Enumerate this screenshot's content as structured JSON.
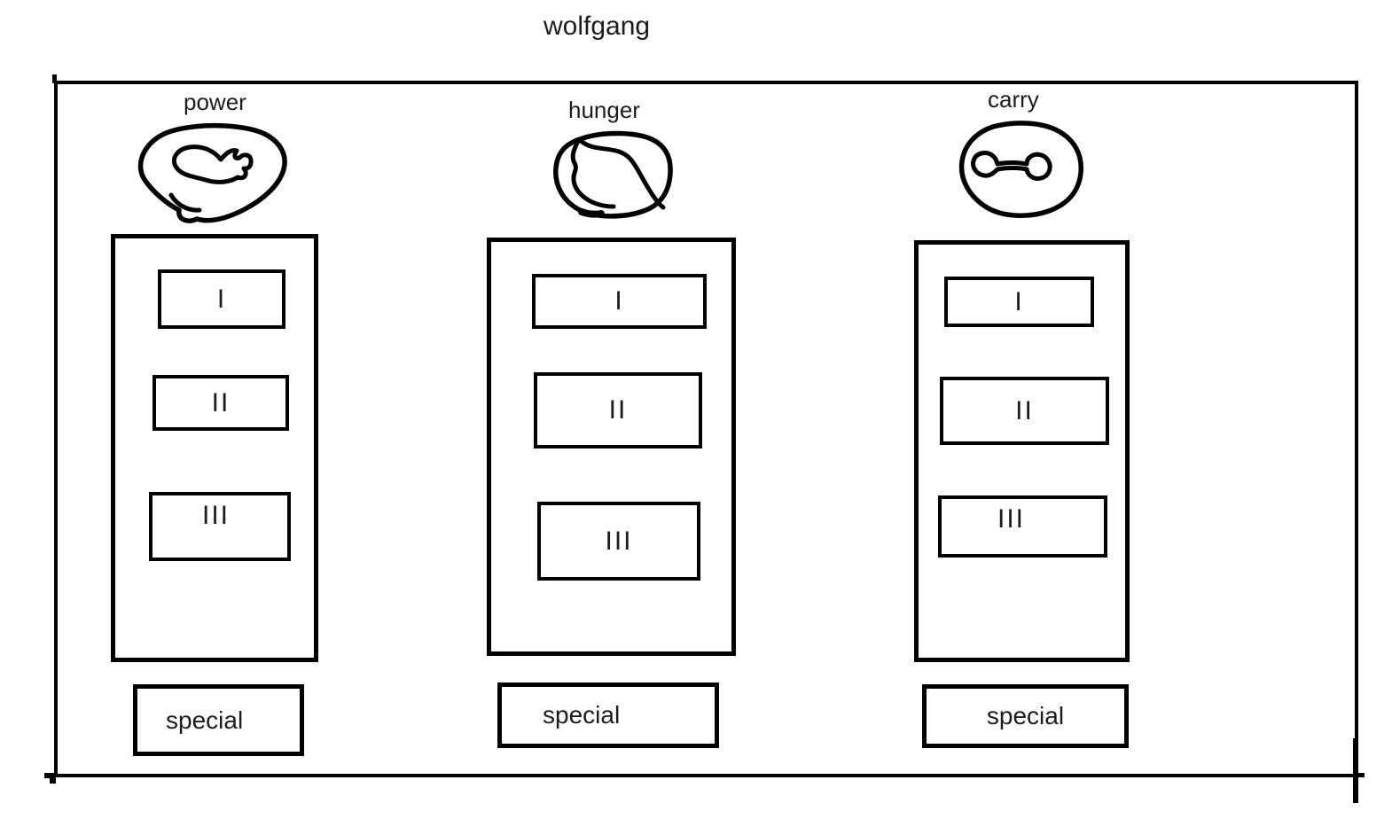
{
  "title": "wolfgang",
  "colors": {
    "ink": "#000000",
    "background": "#ffffff"
  },
  "columns": [
    {
      "label": "power",
      "icon": "flexed-arm-icon",
      "tiers": [
        "I",
        "II",
        "III"
      ],
      "special_label": "special"
    },
    {
      "label": "hunger",
      "icon": "stomach-icon",
      "tiers": [
        "I",
        "II",
        "III"
      ],
      "special_label": "special"
    },
    {
      "label": "carry",
      "icon": "dumbbell-icon",
      "tiers": [
        "I",
        "II",
        "III"
      ],
      "special_label": "special"
    }
  ]
}
